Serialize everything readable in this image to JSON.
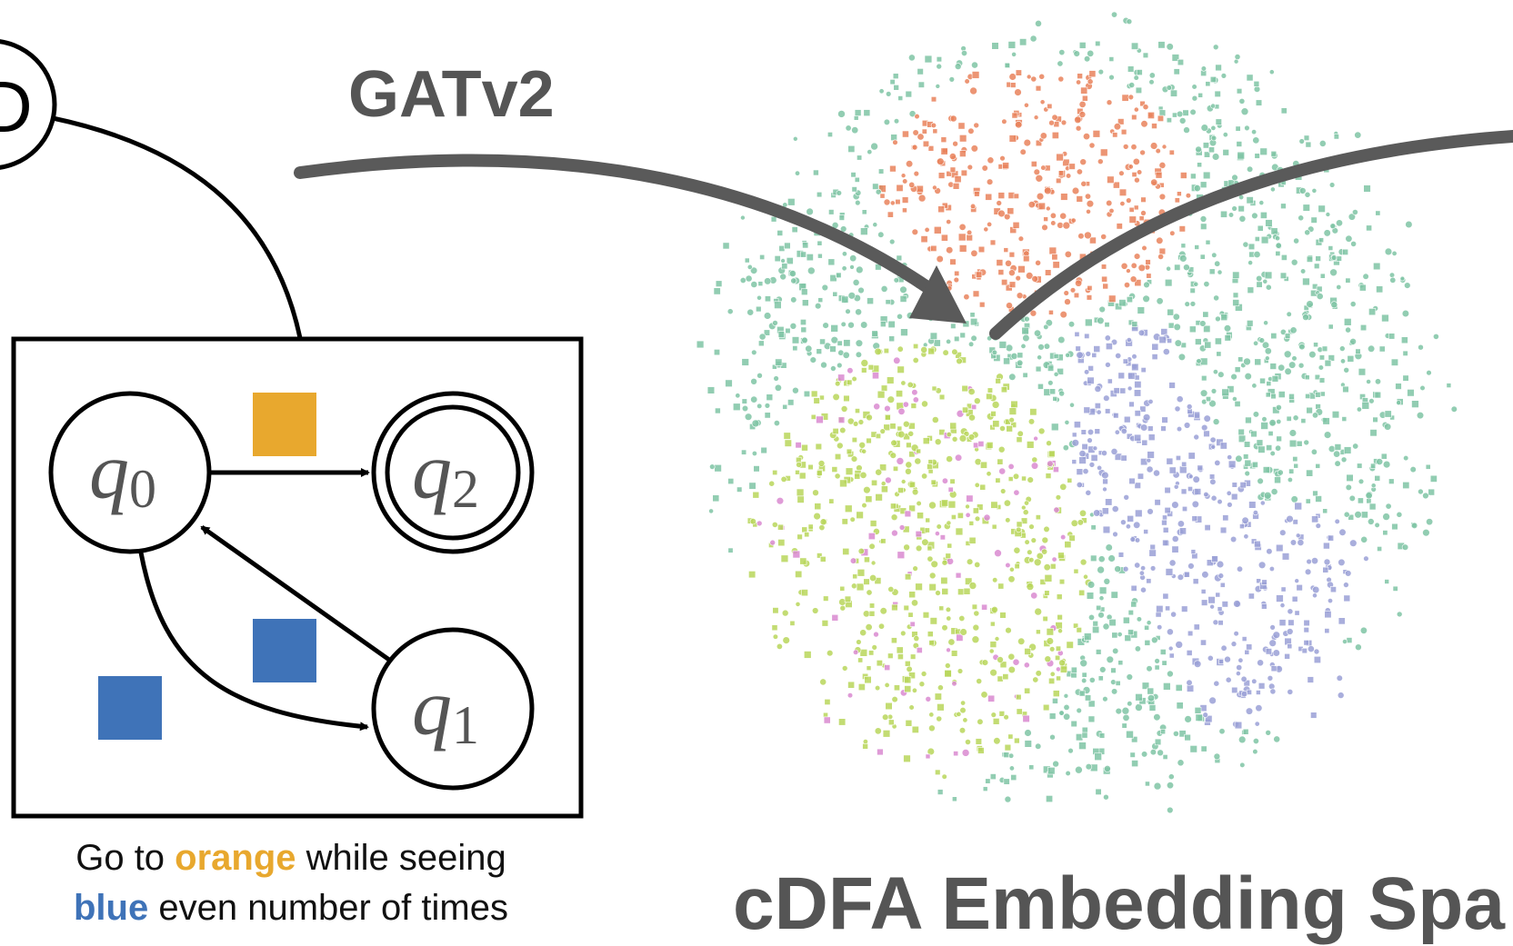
{
  "arrow_label": "GATv2",
  "embedding_title": "cDFA Embedding Spa",
  "top_node_label": "D",
  "dfa": {
    "states": [
      {
        "id": "q0",
        "sym": "q",
        "sub": "0",
        "accepting": false
      },
      {
        "id": "q1",
        "sym": "q",
        "sub": "1",
        "accepting": false
      },
      {
        "id": "q2",
        "sym": "q",
        "sub": "2",
        "accepting": true
      }
    ],
    "transitions": [
      {
        "from": "q0",
        "to": "q2",
        "color": "orange"
      },
      {
        "from": "q1",
        "to": "q0",
        "color": "blue"
      },
      {
        "from": "q0",
        "to": "q1",
        "color": "blue"
      }
    ]
  },
  "caption": {
    "line1_a": "Go to ",
    "line1_hl": "orange",
    "line1_b": " while seeing",
    "line2_hl": "blue",
    "line2_b": " even number of times"
  },
  "colors": {
    "orange": "#E8A82E",
    "blue": "#3F73B8",
    "arrow_gray": "#5a5a5a",
    "cluster_teal": "#7fc4a4",
    "cluster_coral": "#e9825c",
    "cluster_lime": "#b9d65a",
    "cluster_lavender": "#9aa0d6",
    "cluster_pink": "#d98ad0"
  }
}
